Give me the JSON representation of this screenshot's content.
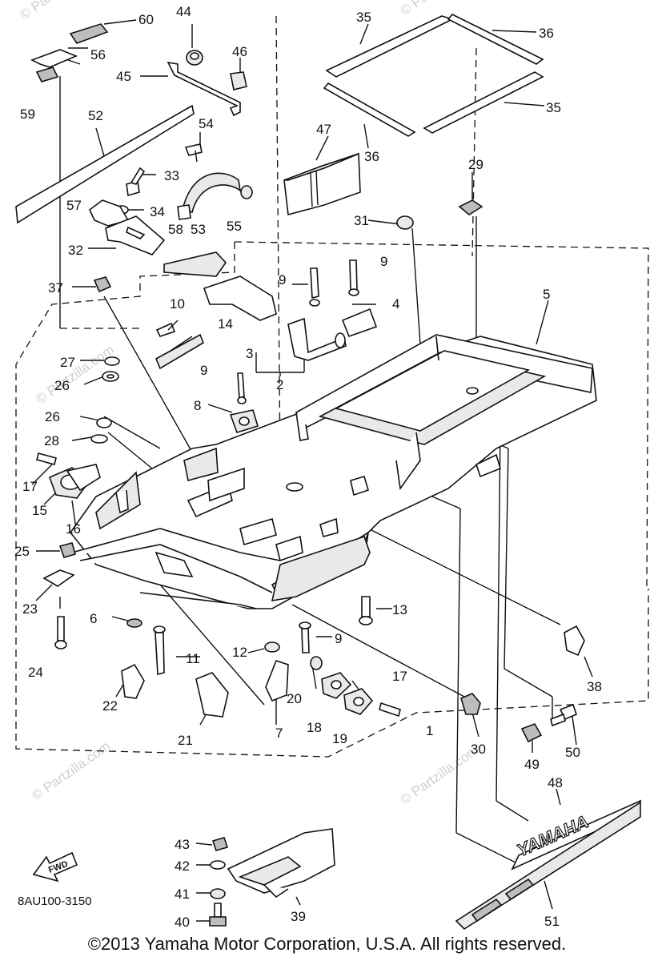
{
  "watermark": "© Partzilla.com",
  "diagram_code": "8AU100-3150",
  "fwd_label": "FWD",
  "decal_text": "YAMAHA",
  "copyright": "©2013  Yamaha Motor Corporation, U.S.A. All rights reserved.",
  "callouts": {
    "c60": "60",
    "c44": "44",
    "c46": "46",
    "c35a": "35",
    "c36a": "36",
    "c56": "56",
    "c45": "45",
    "c59": "59",
    "c35b": "35",
    "c52": "52",
    "c47": "47",
    "c36b": "36",
    "c54": "54",
    "c29": "29",
    "c33": "33",
    "c57": "57",
    "c34": "34",
    "c53": "53",
    "c55": "55",
    "c31": "31",
    "c58": "58",
    "c32": "32",
    "c9a": "9",
    "c9b": "9",
    "c37": "37",
    "c5": "5",
    "c4": "4",
    "c10": "10",
    "c14": "14",
    "c3": "3",
    "c2": "2",
    "c27": "27",
    "c26a": "26",
    "c9c": "9",
    "c26b": "26",
    "c8": "8",
    "c28": "28",
    "c17a": "17",
    "c15": "15",
    "c16": "16",
    "c25": "25",
    "c23": "23",
    "c13": "13",
    "c6": "6",
    "c24": "24",
    "c9d": "9",
    "c11": "11",
    "c12": "12",
    "c22": "22",
    "c38": "38",
    "c17b": "17",
    "c20": "20",
    "c21": "21",
    "c7": "7",
    "c18": "18",
    "c19": "19",
    "c1": "1",
    "c30": "30",
    "c49": "49",
    "c50": "50",
    "c48": "48",
    "c43": "43",
    "c42": "42",
    "c41": "41",
    "c40": "40",
    "c39": "39",
    "c51": "51"
  }
}
